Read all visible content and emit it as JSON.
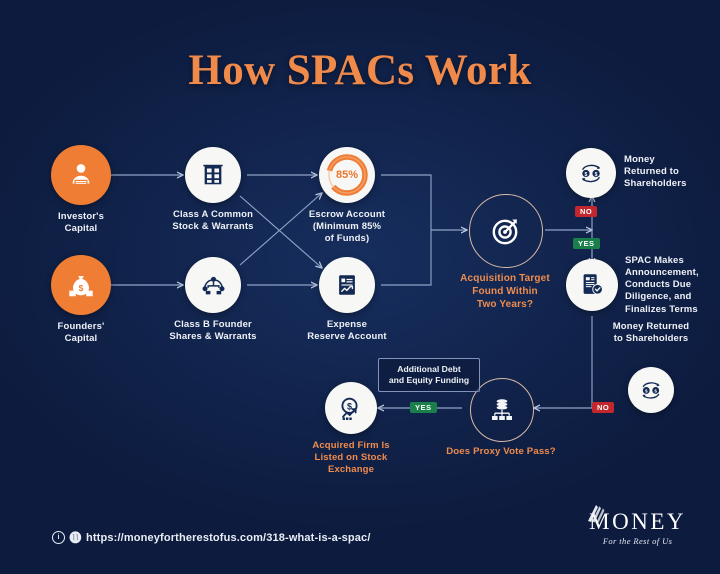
{
  "title": "How SPACs Work",
  "colors": {
    "background": "#0d1b3e",
    "accent_orange": "#ef7d33",
    "title_orange": "#f08a4b",
    "node_white": "#f7f7f5",
    "badge_no": "#c1272d",
    "badge_yes": "#1a7f4b",
    "text_white": "#eef1f6"
  },
  "nodes": {
    "investors_capital": {
      "label": "Investor's\nCapital",
      "label_line1": "Investor's",
      "label_line2": "Capital",
      "icon": "investor-person-icon"
    },
    "founders_capital": {
      "label_line1": "Founders'",
      "label_line2": "Capital",
      "icon": "money-bag-icon"
    },
    "class_a": {
      "label_line1": "Class A Common",
      "label_line2": "Stock & Warrants",
      "icon": "building-grid-icon"
    },
    "class_b": {
      "label_line1": "Class B Founder",
      "label_line2": "Shares & Warrants",
      "icon": "org-network-icon"
    },
    "escrow": {
      "label_line1": "Escrow Account",
      "label_line2": "(Minimum 85%",
      "label_line3": "of Funds)",
      "value": "85%",
      "icon": "donut-chart-icon"
    },
    "expense_reserve": {
      "label_line1": "Expense",
      "label_line2": "Reserve Account",
      "icon": "document-chart-icon"
    },
    "acquisition_target": {
      "label_line1": "Acquisition Target",
      "label_line2": "Found Within",
      "label_line3": "Two Years?",
      "icon": "target-icon"
    },
    "money_returned_top": {
      "label_line1": "Money",
      "label_line2": "Returned to",
      "label_line3": "Shareholders",
      "icon": "money-return-icon"
    },
    "spac_announcement": {
      "label_line1": "SPAC Makes",
      "label_line2": "Announcement,",
      "label_line3": "Conducts Due",
      "label_line4": "Diligence, and",
      "label_line5": "Finalizes Terms",
      "icon": "document-verified-icon"
    },
    "money_returned_bottom": {
      "label_line1": "Money Returned",
      "label_line2": "to Shareholders",
      "icon": "money-return-icon"
    },
    "proxy_vote": {
      "label": "Does Proxy Vote Pass?",
      "icon": "voting-hierarchy-icon"
    },
    "additional_funding": {
      "label_line1": "Additional Debt",
      "label_line2": "and Equity Funding"
    },
    "acquired_firm": {
      "label_line1": "Acquired Firm Is",
      "label_line2": "Listed on Stock",
      "label_line3": "Exchange",
      "icon": "stock-growth-icon"
    }
  },
  "badges": {
    "no_top": "NO",
    "yes_top": "YES",
    "yes_proxy": "YES",
    "no_proxy": "NO"
  },
  "footer": {
    "url": "https://moneyfortherestofus.com/318-what-is-a-spac/",
    "icon_copyright": "i",
    "icon_share": "⊖",
    "logo_name": "MONEY",
    "logo_tagline": "For the Rest of Us"
  }
}
